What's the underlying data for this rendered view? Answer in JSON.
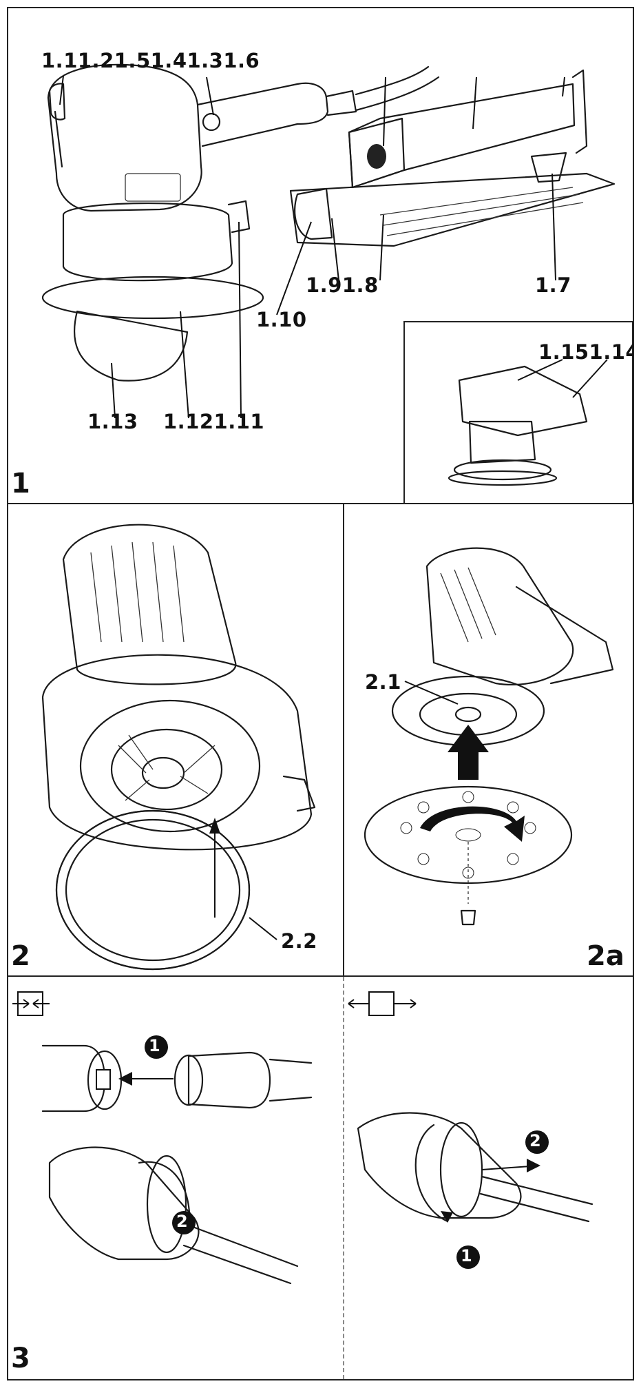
{
  "figure1": {
    "number": "1",
    "labels": {
      "top_group": "1.11.21.51.41.31.6",
      "pad": "1.13",
      "base": "1.121.11",
      "clip": "1.10",
      "latch": "1.91.8",
      "filter_corner": "1.7",
      "inset": "1.151.14"
    }
  },
  "figure2": {
    "number": "2",
    "labels": {
      "ring": "2.2"
    }
  },
  "figure2a": {
    "number": "2a",
    "labels": {
      "spindle": "2.1"
    }
  },
  "figure3": {
    "number": "3",
    "steps": {
      "one": "1",
      "two": "2"
    }
  },
  "icons": {
    "connect": "connect-arrows-icon",
    "disconnect": "disconnect-arrows-icon"
  }
}
